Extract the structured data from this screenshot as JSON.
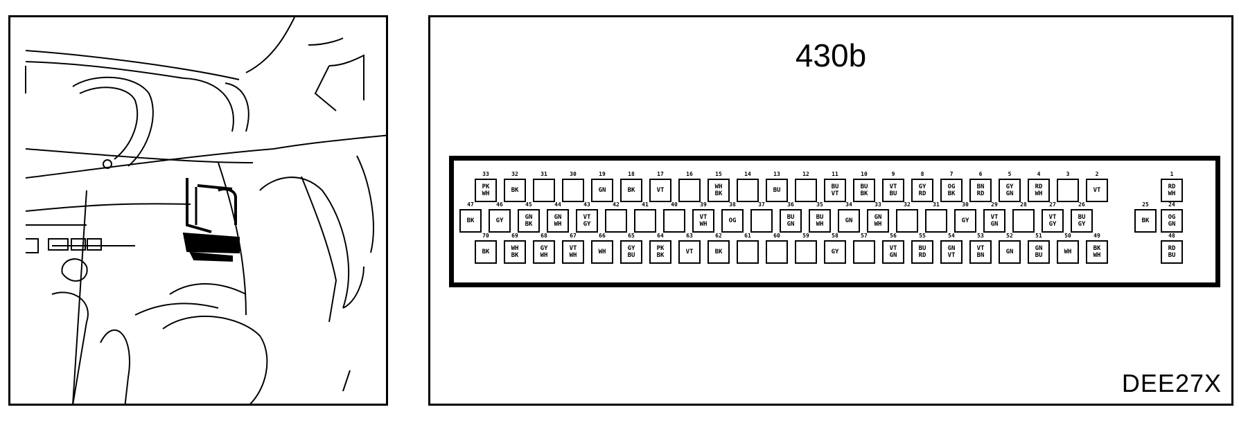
{
  "diagram": {
    "connector_id": "430b",
    "reference_code": "DEE27X",
    "rows": [
      {
        "pins": [
          {
            "n": "33",
            "c": [
              "PK",
              "WH"
            ]
          },
          {
            "n": "32",
            "c": [
              "BK"
            ]
          },
          {
            "n": "31",
            "c": []
          },
          {
            "n": "30",
            "c": []
          },
          {
            "n": "19",
            "c": [
              "GN"
            ]
          },
          {
            "n": "18",
            "c": [
              "BK"
            ]
          },
          {
            "n": "17",
            "c": [
              "VT"
            ]
          },
          {
            "n": "16",
            "c": []
          },
          {
            "n": "15",
            "c": [
              "WH",
              "BK"
            ]
          },
          {
            "n": "14",
            "c": []
          },
          {
            "n": "13",
            "c": [
              "BU"
            ]
          },
          {
            "n": "12",
            "c": []
          },
          {
            "n": "11",
            "c": [
              "BU",
              "VT"
            ]
          },
          {
            "n": "10",
            "c": [
              "BU",
              "BK"
            ]
          },
          {
            "n": "9",
            "c": [
              "VT",
              "BU"
            ]
          },
          {
            "n": "8",
            "c": [
              "GY",
              "RD"
            ]
          },
          {
            "n": "7",
            "c": [
              "OG",
              "BK"
            ]
          },
          {
            "n": "6",
            "c": [
              "BN",
              "RD"
            ]
          },
          {
            "n": "5",
            "c": [
              "GY",
              "GN"
            ]
          },
          {
            "n": "4",
            "c": [
              "RD",
              "WH"
            ]
          },
          {
            "n": "3",
            "c": []
          },
          {
            "n": "2",
            "c": [
              "VT"
            ]
          },
          {
            "n": "1",
            "c": [
              "RD",
              "WH"
            ]
          }
        ]
      },
      {
        "pins": [
          {
            "n": "47",
            "c": [
              "BK"
            ]
          },
          {
            "n": "46",
            "c": [
              "GY"
            ]
          },
          {
            "n": "45",
            "c": [
              "GN",
              "BK"
            ]
          },
          {
            "n": "44",
            "c": [
              "GN",
              "WH"
            ]
          },
          {
            "n": "43",
            "c": [
              "VT",
              "GY"
            ]
          },
          {
            "n": "42",
            "c": []
          },
          {
            "n": "41",
            "c": []
          },
          {
            "n": "40",
            "c": []
          },
          {
            "n": "39",
            "c": [
              "VT",
              "WH"
            ]
          },
          {
            "n": "38",
            "c": [
              "OG"
            ]
          },
          {
            "n": "37",
            "c": []
          },
          {
            "n": "36",
            "c": [
              "BU",
              "GN"
            ]
          },
          {
            "n": "35",
            "c": [
              "BU",
              "WH"
            ]
          },
          {
            "n": "34",
            "c": [
              "GN"
            ]
          },
          {
            "n": "33",
            "c": [
              "GN",
              "WH"
            ]
          },
          {
            "n": "32",
            "c": []
          },
          {
            "n": "31",
            "c": []
          },
          {
            "n": "30",
            "c": [
              "GY"
            ]
          },
          {
            "n": "29",
            "c": [
              "VT",
              "GN"
            ]
          },
          {
            "n": "28",
            "c": []
          },
          {
            "n": "27",
            "c": [
              "VT",
              "GY"
            ]
          },
          {
            "n": "26",
            "c": [
              "BU",
              "GY"
            ]
          },
          {
            "n": "25",
            "c": [
              "BK"
            ]
          },
          {
            "n": "24",
            "c": [
              "OG",
              "GN"
            ]
          }
        ]
      },
      {
        "pins": [
          {
            "n": "70",
            "c": [
              "BK"
            ]
          },
          {
            "n": "69",
            "c": [
              "WH",
              "BK"
            ]
          },
          {
            "n": "68",
            "c": [
              "GY",
              "WH"
            ]
          },
          {
            "n": "67",
            "c": [
              "VT",
              "WH"
            ]
          },
          {
            "n": "66",
            "c": [
              "WH"
            ]
          },
          {
            "n": "65",
            "c": [
              "GY",
              "BU"
            ]
          },
          {
            "n": "64",
            "c": [
              "PK",
              "BK"
            ]
          },
          {
            "n": "63",
            "c": [
              "VT"
            ]
          },
          {
            "n": "62",
            "c": [
              "BK"
            ]
          },
          {
            "n": "61",
            "c": []
          },
          {
            "n": "60",
            "c": []
          },
          {
            "n": "59",
            "c": []
          },
          {
            "n": "58",
            "c": [
              "GY"
            ]
          },
          {
            "n": "57",
            "c": []
          },
          {
            "n": "56",
            "c": [
              "VT",
              "GN"
            ]
          },
          {
            "n": "55",
            "c": [
              "BU",
              "RD"
            ]
          },
          {
            "n": "54",
            "c": [
              "GN",
              "VT"
            ]
          },
          {
            "n": "53",
            "c": [
              "VT",
              "BN"
            ]
          },
          {
            "n": "52",
            "c": [
              "GN"
            ]
          },
          {
            "n": "51",
            "c": [
              "GN",
              "BU"
            ]
          },
          {
            "n": "50",
            "c": [
              "WH"
            ]
          },
          {
            "n": "49",
            "c": [
              "BK",
              "WH"
            ]
          },
          {
            "n": "48",
            "c": [
              "RD",
              "BU"
            ]
          }
        ]
      }
    ]
  }
}
